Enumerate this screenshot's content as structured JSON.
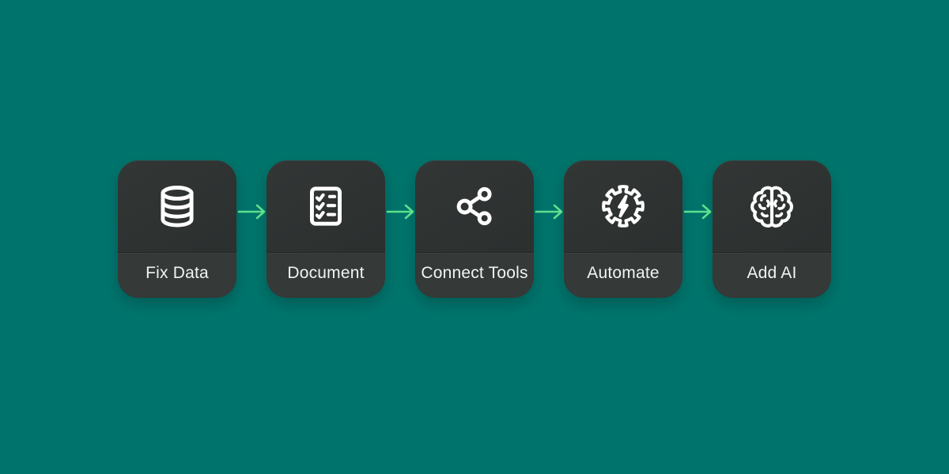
{
  "colors": {
    "bg": "#00746c",
    "card": "#2c302f",
    "card-top": "#323635",
    "card-label": "#353938",
    "arrow": "#5ce08b",
    "text": "#f2f4f3",
    "icon": "#ffffff"
  },
  "flow": {
    "steps": [
      {
        "label": "Fix Data",
        "icon": "database-icon"
      },
      {
        "label": "Document",
        "icon": "checklist-document-icon"
      },
      {
        "label": "Connect Tools",
        "icon": "share-nodes-icon"
      },
      {
        "label": "Automate",
        "icon": "gear-lightning-icon"
      },
      {
        "label": "Add AI",
        "icon": "brain-icon"
      }
    ],
    "connector": "arrow-right"
  }
}
